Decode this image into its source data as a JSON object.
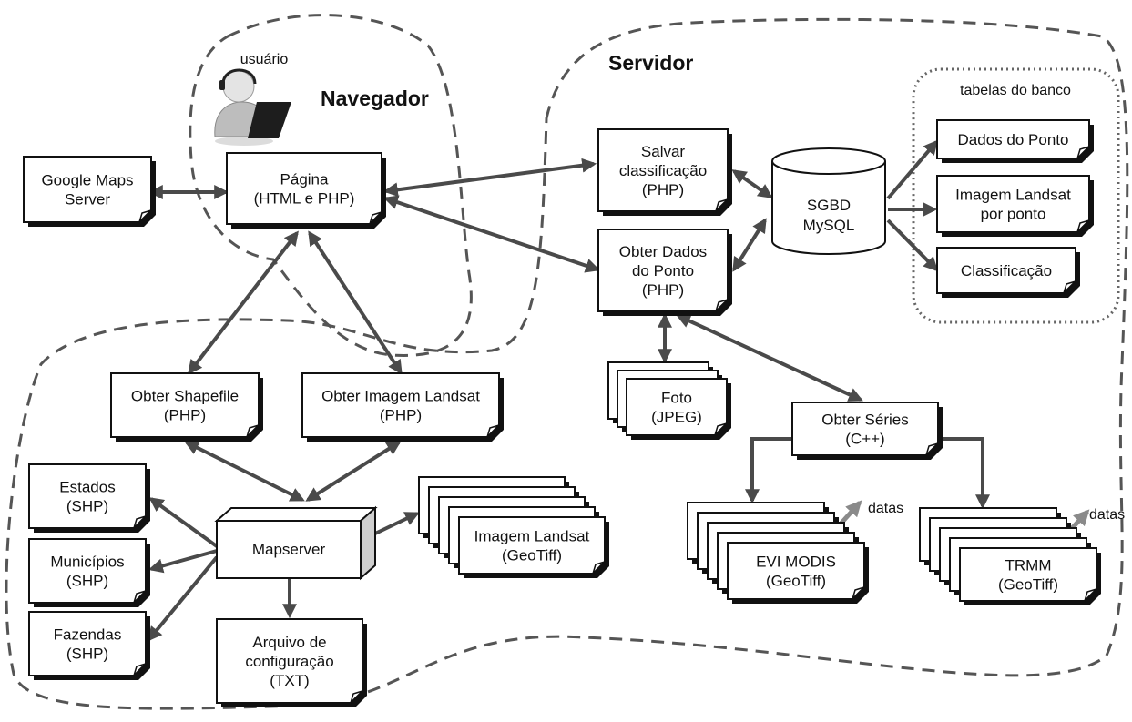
{
  "regions": {
    "navegador": "Navegador",
    "usuario": "usuário",
    "servidor": "Servidor",
    "tabelas": "tabelas do banco"
  },
  "nodes": {
    "google_maps": [
      "Google Maps",
      "Server"
    ],
    "pagina": [
      "Página",
      "(HTML e PHP)"
    ],
    "salvar": [
      "Salvar",
      "classificação",
      "(PHP)"
    ],
    "obter_dados": [
      "Obter Dados",
      "do Ponto",
      "(PHP)"
    ],
    "sgbd": [
      "SGBD",
      "MySQL"
    ],
    "dados_ponto": [
      "Dados do Ponto"
    ],
    "imagem_landsat_ponto": [
      "Imagem Landsat",
      "por ponto"
    ],
    "classificacao": [
      "Classificação"
    ],
    "obter_shapefile": [
      "Obter Shapefile",
      "(PHP)"
    ],
    "obter_imagem_landsat": [
      "Obter Imagem Landsat",
      "(PHP)"
    ],
    "foto": [
      "Foto",
      "(JPEG)"
    ],
    "obter_series": [
      "Obter Séries",
      "(C++)"
    ],
    "estados": [
      "Estados",
      "(SHP)"
    ],
    "municipios": [
      "Municípios",
      "(SHP)"
    ],
    "fazendas": [
      "Fazendas",
      "(SHP)"
    ],
    "mapserver": [
      "Mapserver"
    ],
    "imagem_landsat": [
      "Imagem Landsat",
      "(GeoTiff)"
    ],
    "evi_modis": [
      "EVI MODIS",
      "(GeoTiff)"
    ],
    "trmm": [
      "TRMM",
      "(GeoTiff)"
    ],
    "arquivo_config": [
      "Arquivo de",
      "configuração",
      "(TXT)"
    ]
  },
  "labels": {
    "datas_modis": "datas",
    "datas_trmm": "datas"
  },
  "icons": {
    "user": "user-at-laptop-icon"
  },
  "colors": {
    "line": "#4a4a4a",
    "box_border": "#111111",
    "mapserver_side": "#cfcfcf",
    "datas_arrow": "#8a8a8a"
  }
}
